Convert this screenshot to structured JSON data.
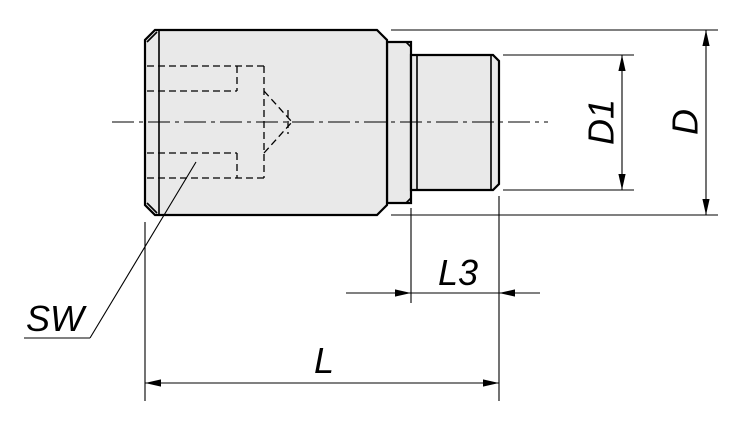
{
  "drawing": {
    "labels": {
      "sw": "SW",
      "l3": "L3",
      "l": "L",
      "d1": "D1",
      "d": "D"
    },
    "colors": {
      "background": "#ffffff",
      "line": "#000000",
      "part_fill": "#e9e9e9"
    }
  }
}
